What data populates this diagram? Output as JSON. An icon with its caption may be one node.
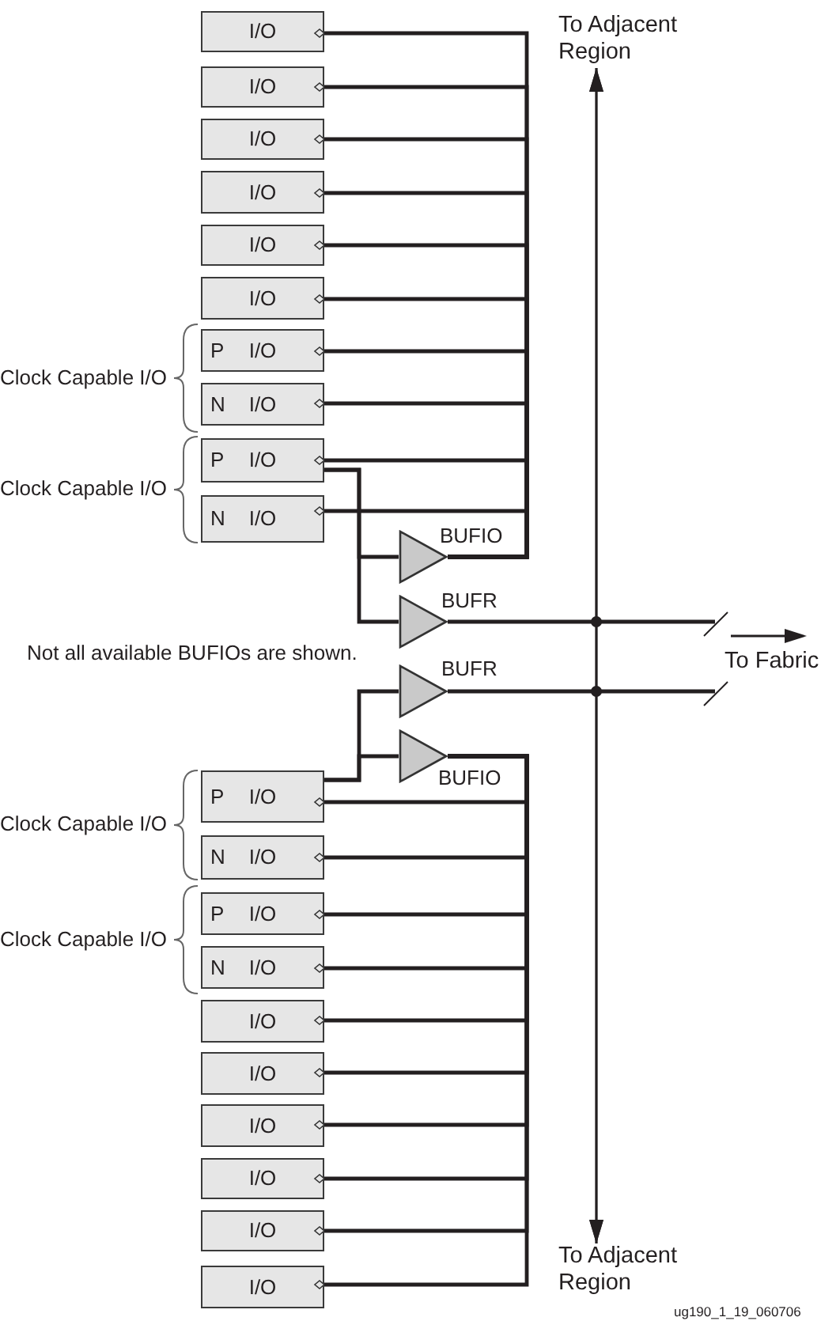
{
  "diagram": {
    "nodes": [
      {
        "text": [
          "I/O"
        ]
      },
      {
        "text": [
          "I/O"
        ]
      },
      {
        "text": [
          "I/O"
        ]
      },
      {
        "text": [
          "I/O"
        ]
      },
      {
        "text": [
          "I/O"
        ]
      },
      {
        "text": [
          "I/O"
        ]
      },
      {
        "text": [
          "P",
          "I/O"
        ]
      },
      {
        "text": [
          "N",
          "I/O"
        ]
      },
      {
        "text": [
          "P",
          "I/O"
        ]
      },
      {
        "text": [
          "N",
          "I/O"
        ]
      },
      {
        "text": [],
        "shape": "triangle",
        "beside": [
          "BUFIO"
        ]
      },
      {
        "text": [],
        "shape": "triangle",
        "beside": [
          "BUFR"
        ]
      },
      {
        "text": [],
        "shape": "triangle",
        "beside": [
          "BUFR"
        ]
      },
      {
        "text": [],
        "shape": "triangle",
        "beside": [
          "BUFIO"
        ]
      },
      {
        "text": [
          "P",
          "I/O"
        ]
      },
      {
        "text": [
          "N",
          "I/O"
        ]
      },
      {
        "text": [
          "P",
          "I/O"
        ]
      },
      {
        "text": [
          "N",
          "I/O"
        ]
      },
      {
        "text": [
          "I/O"
        ]
      },
      {
        "text": [
          "I/O"
        ]
      },
      {
        "text": [
          "I/O"
        ]
      },
      {
        "text": [
          "I/O"
        ]
      },
      {
        "text": [
          "I/O"
        ]
      },
      {
        "text": [
          "I/O"
        ]
      },
      {
        "text": [
          "To Adjacent Region"
        ]
      },
      {
        "text": [
          "To Adjacent Region"
        ]
      }
    ],
    "edges": [
      {
        "from": 10,
        "to": 0,
        "arrow": "other"
      },
      {
        "from": 10,
        "to": 1,
        "arrow": "other"
      },
      {
        "from": 10,
        "to": 2,
        "arrow": "other"
      },
      {
        "from": 10,
        "to": 3,
        "arrow": "other"
      },
      {
        "from": 10,
        "to": 4,
        "arrow": "other"
      },
      {
        "from": 10,
        "to": 5,
        "arrow": "other"
      },
      {
        "from": 10,
        "to": 6,
        "arrow": "other"
      },
      {
        "from": 10,
        "to": 7,
        "arrow": "other"
      },
      {
        "from": 10,
        "to": 8,
        "arrow": "other"
      },
      {
        "from": 10,
        "to": 9,
        "arrow": "other"
      },
      {
        "from": 8,
        "to": 10,
        "arrow": "none"
      },
      {
        "from": 8,
        "to": 11,
        "arrow": "none"
      },
      {
        "from": 11,
        "to": 24,
        "arrow": "to"
      },
      {
        "from": 11,
        "to": 25,
        "arrow": "to"
      },
      {
        "from": 11,
        "to": null,
        "arrow": "none"
      },
      {
        "from": 12,
        "to": 24,
        "arrow": "to"
      },
      {
        "from": 12,
        "to": 25,
        "arrow": "to"
      },
      {
        "from": 12,
        "to": null,
        "arrow": "none"
      },
      {
        "from": 14,
        "to": 12,
        "arrow": "none"
      },
      {
        "from": 14,
        "to": 13,
        "arrow": "none"
      },
      {
        "from": 13,
        "to": 14,
        "arrow": "other"
      },
      {
        "from": 13,
        "to": 15,
        "arrow": "other"
      },
      {
        "from": 13,
        "to": 16,
        "arrow": "other"
      },
      {
        "from": 13,
        "to": 17,
        "arrow": "other"
      },
      {
        "from": 13,
        "to": 18,
        "arrow": "other"
      },
      {
        "from": 13,
        "to": 19,
        "arrow": "other"
      },
      {
        "from": 13,
        "to": 20,
        "arrow": "other"
      },
      {
        "from": 13,
        "to": 21,
        "arrow": "other"
      },
      {
        "from": 13,
        "to": 22,
        "arrow": "other"
      },
      {
        "from": 13,
        "to": 23,
        "arrow": "other"
      }
    ],
    "labels": [
      "Clock Capable I/O",
      "Clock Capable I/O",
      "Not all available BUFIOs are shown.",
      "To Fabric",
      "Clock Capable I/O",
      "Clock Capable I/O",
      "ug190_1_19_060706"
    ]
  }
}
